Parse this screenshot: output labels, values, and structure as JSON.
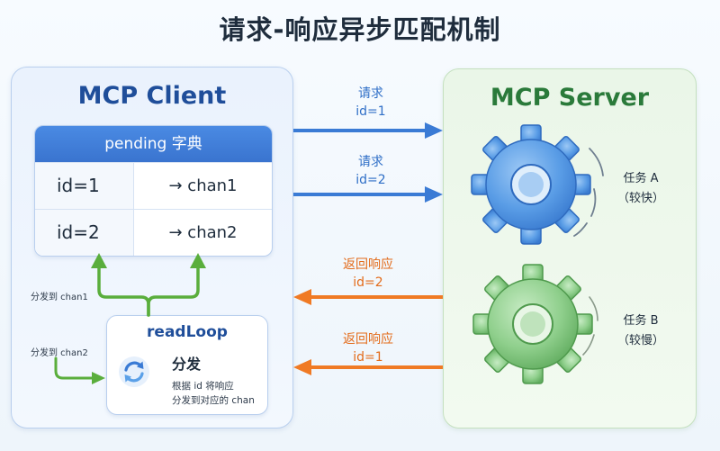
{
  "title": "请求-响应异步匹配机制",
  "client": {
    "title": "MCP Client",
    "pending": {
      "header": "pending 字典",
      "rows": [
        {
          "key": "id=1",
          "value": "→ chan1"
        },
        {
          "key": "id=2",
          "value": "→ chan2"
        }
      ]
    },
    "readloop": {
      "title": "readLoop",
      "subtitle": "分发",
      "desc_line1": "根据 id 将响应",
      "desc_line2": "分发到对应的 chan",
      "icon": "refresh-icon"
    },
    "dispatch_labels": [
      "分发到 chan1",
      "分发到 chan2"
    ]
  },
  "server": {
    "title": "MCP Server",
    "tasks": [
      {
        "label": "任务 A",
        "sub": "（较快）",
        "icon": "gear-icon",
        "color": "#4a90e2"
      },
      {
        "label": "任务 B",
        "sub": "（较慢）",
        "icon": "gear-icon",
        "color": "#6fbf73"
      }
    ]
  },
  "messages": [
    {
      "kind": "request",
      "line1": "请求",
      "line2": "id=1"
    },
    {
      "kind": "request",
      "line1": "请求",
      "line2": "id=2"
    },
    {
      "kind": "response",
      "line1": "返回响应",
      "line2": "id=2"
    },
    {
      "kind": "response",
      "line1": "返回响应",
      "line2": "id=1"
    }
  ],
  "colors": {
    "request": "#3a7bd5",
    "response": "#f07a24",
    "dispatch": "#5aae3c"
  }
}
